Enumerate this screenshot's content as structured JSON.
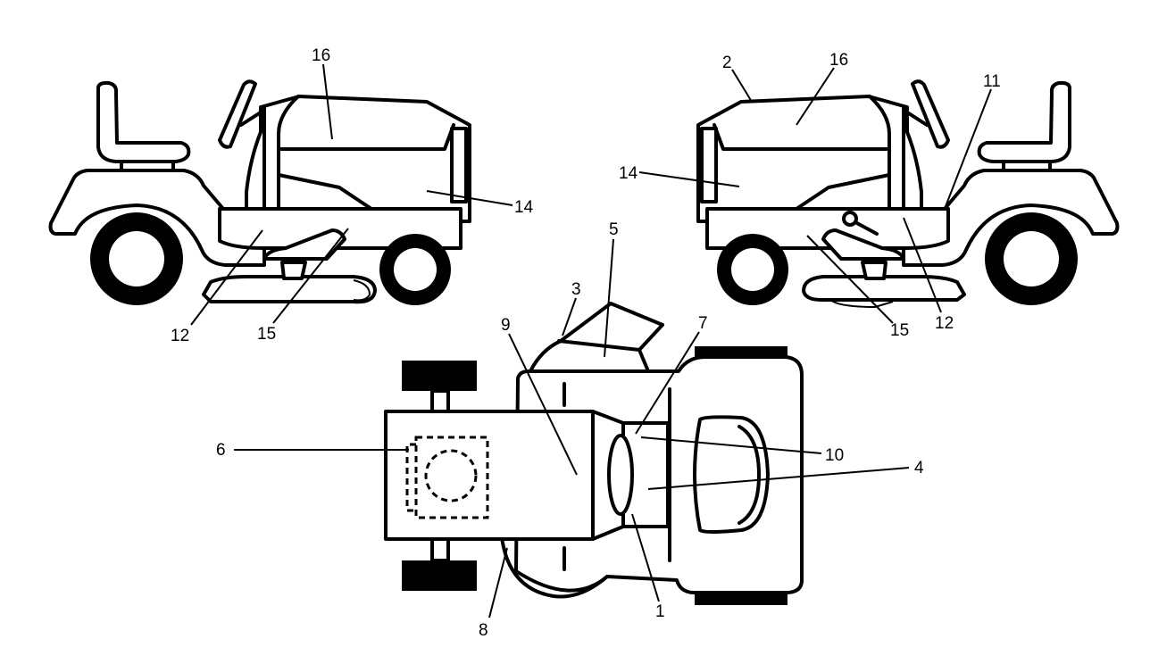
{
  "labels": {
    "l1": "1",
    "l2": "2",
    "l3": "3",
    "l4": "4",
    "l5": "5",
    "l6": "6",
    "l7": "7",
    "l8": "8",
    "l9": "9",
    "l10": "10",
    "l11": "11",
    "l12": "12",
    "l14": "14",
    "l15": "15",
    "l16": "16"
  },
  "colors": {
    "line": "#000000",
    "background": "#ffffff"
  }
}
